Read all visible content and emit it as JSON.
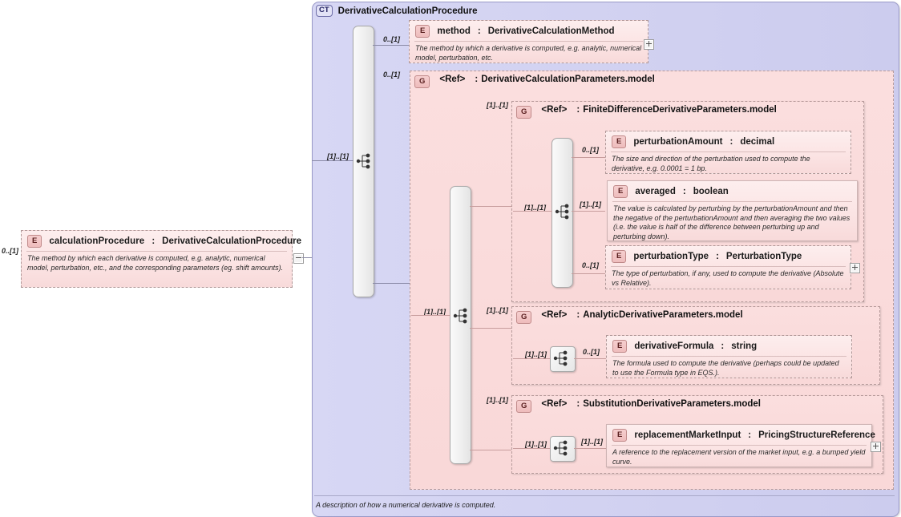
{
  "diagram": {
    "type": "xsd-complex-type-diagram",
    "root_type": {
      "badge": "CT",
      "label": "DerivativeCalculationProcedure"
    },
    "footer_note": "A description of how a numerical derivative is computed.",
    "colors": {
      "complex_type_fill": "#d3d3f0",
      "element_fill": "#fbe3e3",
      "group_fill": "#fbdede",
      "badge_border": "#c08a8a",
      "connector": "#8a8aa6"
    }
  },
  "source_element": {
    "badge": "E",
    "name": "calculationProcedure",
    "separator": ":",
    "type": "DerivativeCalculationProcedure",
    "occurrence": "0..[1]",
    "documentation": "The method by which each derivative is computed, e.g. analytic, numerical model, perturbation, etc., and the corresponding parameters (eg. shift amounts).",
    "toggle": "minus"
  },
  "root_sequence": {
    "icon": "sequence-icon",
    "occurrence": "[1]..[1]",
    "children": [
      {
        "badge": "E",
        "name": "method",
        "separator": ":",
        "type": "DerivativeCalculationMethod",
        "occurrence": "0..[1]",
        "documentation": "The method by which a derivative is computed, e.g. analytic, numerical model, perturbation, etc.",
        "toggle": "plus"
      },
      {
        "badge": "G",
        "ref": "<Ref>",
        "separator": ":",
        "name": "DerivativeCalculationParameters.model",
        "occurrence": "0..[1]"
      }
    ]
  },
  "parameters_group": {
    "badge": "G",
    "ref": "<Ref>",
    "separator": ":",
    "name": "DerivativeCalculationParameters.model",
    "sequence": {
      "icon": "sequence-icon",
      "occurrence": "[1]..[1]"
    },
    "children": [
      {
        "badge": "G",
        "ref": "<Ref>",
        "separator": ":",
        "name": "FiniteDifferenceDerivativeParameters.model",
        "occurrence": "[1]..[1]",
        "sequence": {
          "icon": "sequence-icon",
          "occurrence": "[1]..[1]"
        },
        "elements": [
          {
            "badge": "E",
            "name": "perturbationAmount",
            "separator": ":",
            "type": "decimal",
            "occurrence": "0..[1]",
            "documentation": "The size and direction of the perturbation used to compute the derivative, e.g. 0.0001 = 1 bp.",
            "toggle": null
          },
          {
            "badge": "E",
            "name": "averaged",
            "separator": ":",
            "type": "boolean",
            "occurrence": "[1]..[1]",
            "documentation": "The value is calculated by perturbing by the perturbationAmount and then the negative of the perturbationAmount and then averaging the two values (i.e. the value is half of the difference between perturbing up and perturbing down).",
            "toggle": null
          },
          {
            "badge": "E",
            "name": "perturbationType",
            "separator": ":",
            "type": "PerturbationType",
            "occurrence": "0..[1]",
            "documentation": "The type of perturbation, if any, used to compute the derivative (Absolute vs Relative).",
            "toggle": "plus"
          }
        ]
      },
      {
        "badge": "G",
        "ref": "<Ref>",
        "separator": ":",
        "name": "AnalyticDerivativeParameters.model",
        "occurrence": "[1]..[1]",
        "sequence": {
          "icon": "sequence-icon",
          "occurrence": "[1]..[1]"
        },
        "elements": [
          {
            "badge": "E",
            "name": "derivativeFormula",
            "separator": ":",
            "type": "string",
            "occurrence": "0..[1]",
            "documentation": "The formula used to compute the derivative (perhaps could be updated to use the Formula type in EQS.).",
            "toggle": null
          }
        ]
      },
      {
        "badge": "G",
        "ref": "<Ref>",
        "separator": ":",
        "name": "SubstitutionDerivativeParameters.model",
        "occurrence": "[1]..[1]",
        "sequence": {
          "icon": "sequence-icon",
          "occurrence": "[1]..[1]"
        },
        "elements": [
          {
            "badge": "E",
            "name": "replacementMarketInput",
            "separator": ":",
            "type": "PricingStructureReference",
            "occurrence": "[1]..[1]",
            "documentation": "A reference to the replacement version of the market input, e.g. a bumped yield curve.",
            "toggle": "plus"
          }
        ]
      }
    ]
  }
}
